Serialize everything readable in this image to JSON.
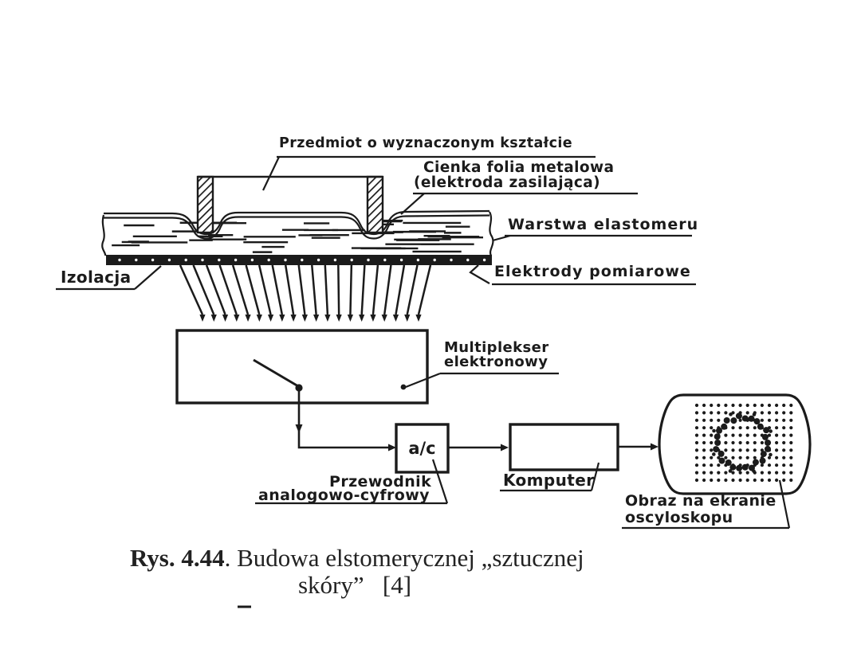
{
  "figure": {
    "labels": {
      "object": "Przedmiot o wyznaczonym kształcie",
      "foil_line1": "Cienka folia metalowa",
      "foil_line2": "(elektroda zasilająca)",
      "elastomer": "Warstwa elastomeru",
      "insulation": "Izolacja",
      "electrodes": "Elektrody pomiarowe",
      "multiplexer_line1": "Multiplekser",
      "multiplexer_line2": "elektronowy",
      "adc": "a/c",
      "converter_line1": "Przewodnik",
      "converter_line2": "analogowo-cyfrowy",
      "computer": "Komputer",
      "scope_line1": "Obraz na ekranie",
      "scope_line2": "oscyloskopu"
    },
    "caption": {
      "number": "Rys. 4.44",
      "title_rest": ". Budowa elstomerycznej „sztucznej",
      "line2": "skóry”   [4]"
    },
    "colors": {
      "ink": "#1b1b1b",
      "paper": "#ffffff"
    }
  }
}
